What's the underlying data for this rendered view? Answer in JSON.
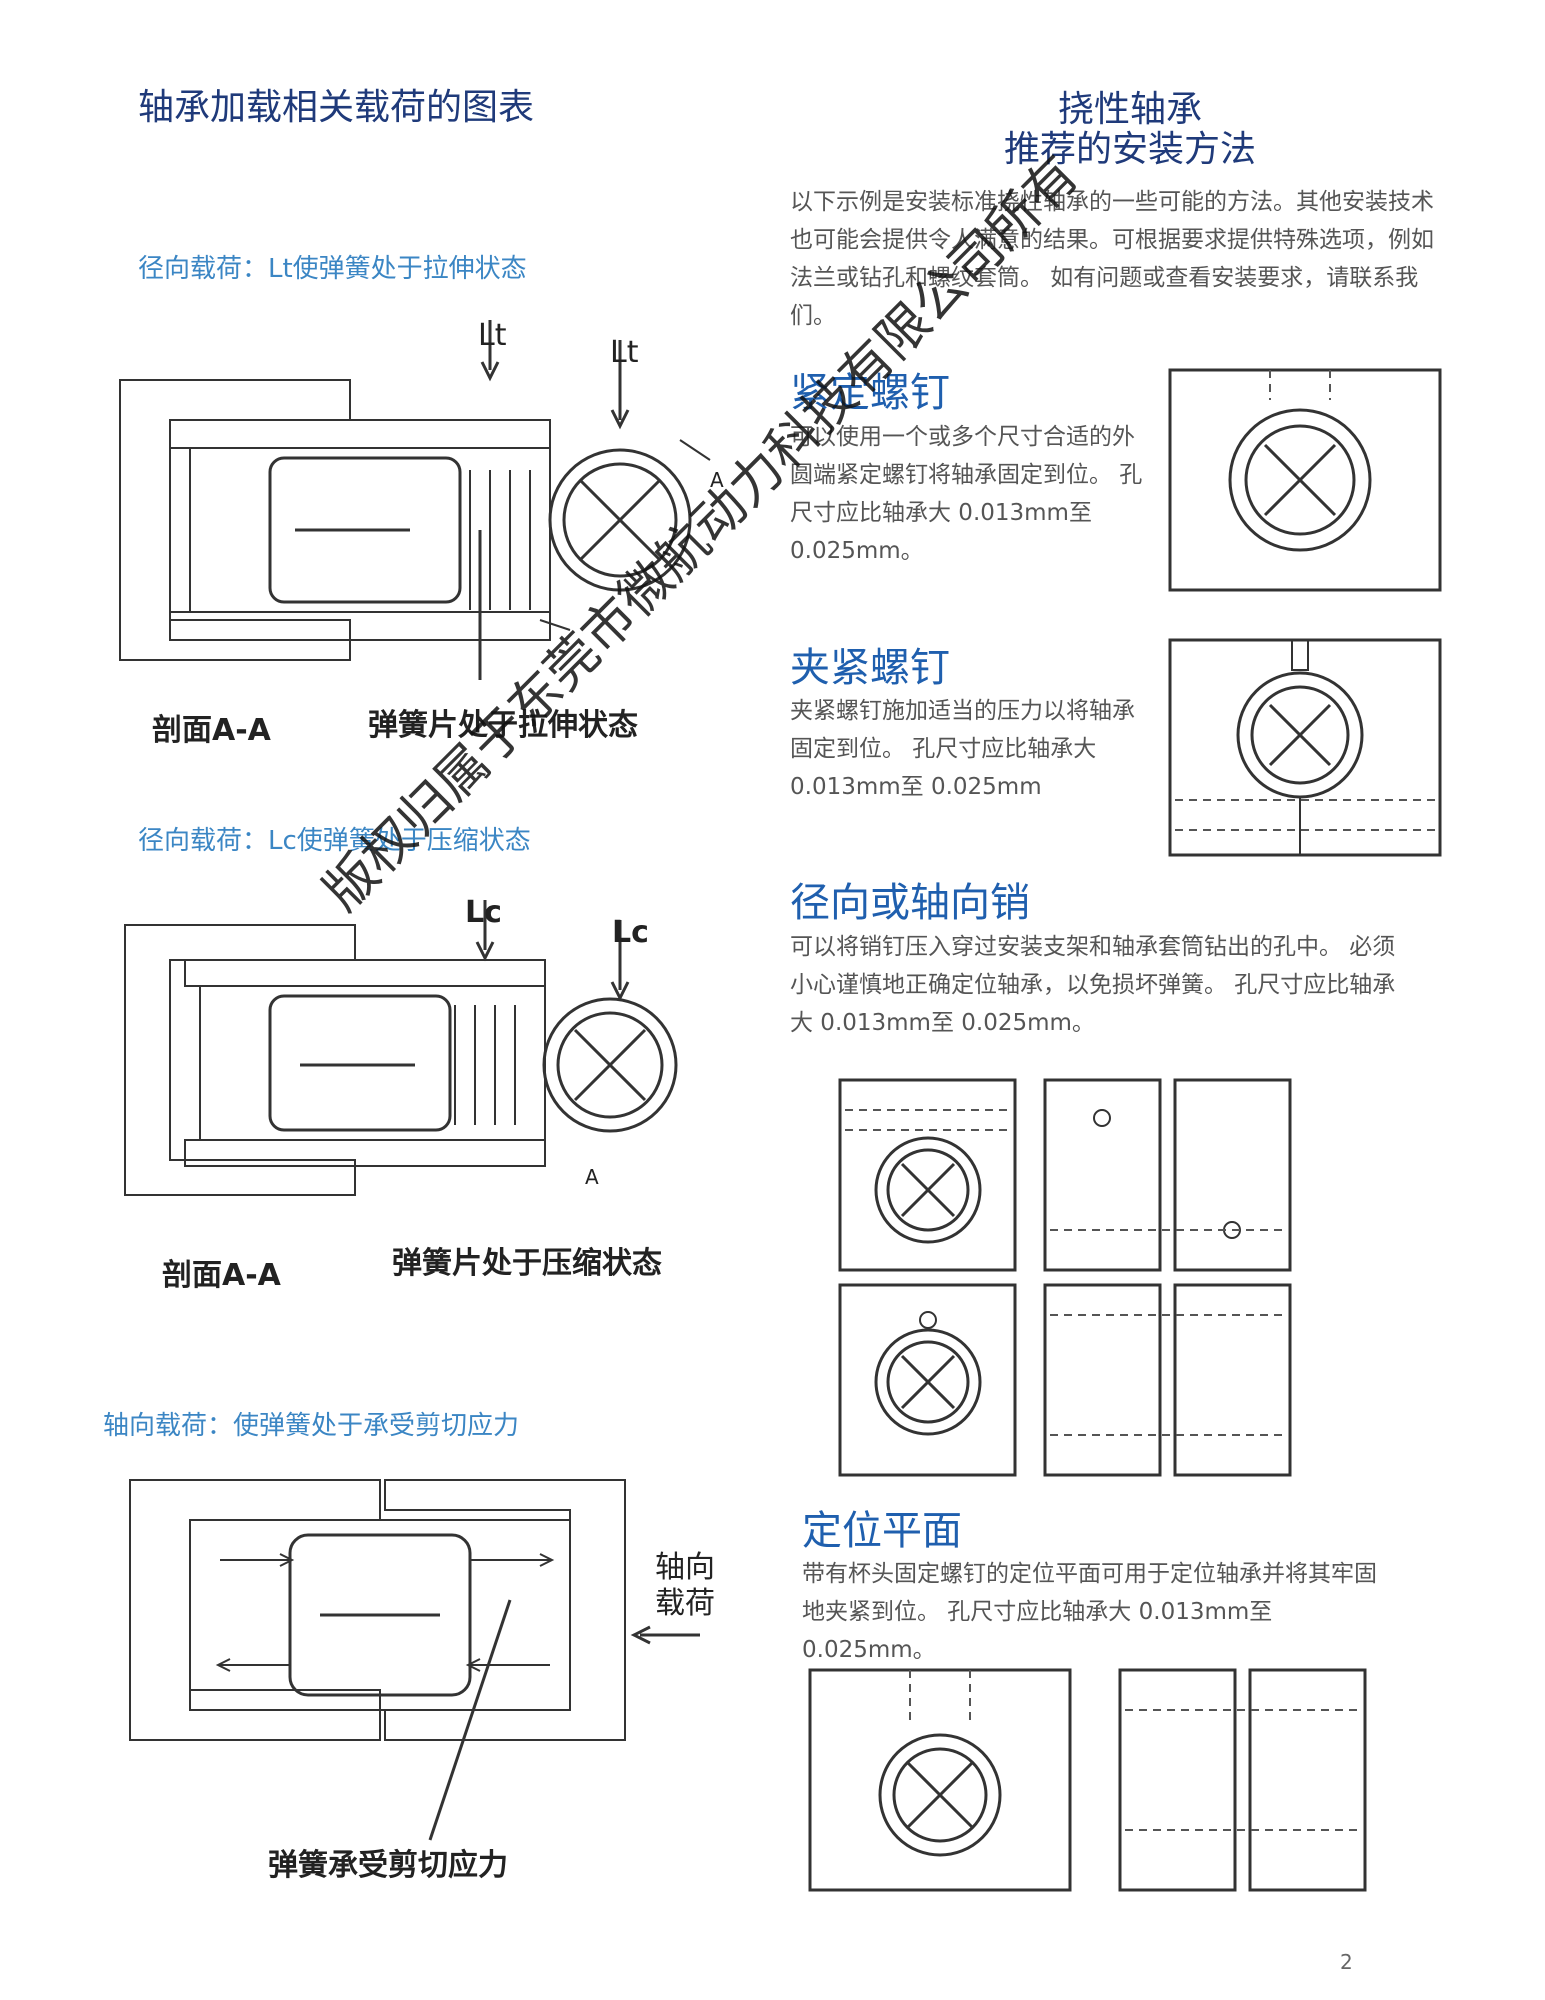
{
  "left": {
    "title": "轴承加载相关载荷的图表",
    "sec1": {
      "caption": "径向载荷：Lt使弹簧处于拉伸状态",
      "load_label_1": "Lt",
      "load_label_2": "Lt",
      "section_marker": "A",
      "section_label": "剖面A-A",
      "note": "弹簧片处于拉伸状态"
    },
    "sec2": {
      "caption": "径向载荷：Lc使弹簧处于压缩状态",
      "load_label_1": "Lc",
      "load_label_2": "Lc",
      "section_marker": "A",
      "section_label": "剖面A-A",
      "note": "弹簧片处于压缩状态"
    },
    "sec3": {
      "caption": "轴向载荷：使弹簧处于承受剪切应力",
      "axial_label_1": "轴向",
      "axial_label_2": "载荷",
      "note": "弹簧承受剪切应力"
    }
  },
  "right": {
    "title_1": "挠性轴承",
    "title_2": "推荐的安装方法",
    "intro": "以下示例是安装标准挠性轴承的一些可能的方法。其他安装技术也可能会提供令人满意的结果。可根据要求提供特殊选项，例如法兰或钻孔和螺纹套筒。 如有问题或查看安装要求，请联系我们。",
    "setscrew": {
      "title": "紧定螺钉",
      "text": "可以使用一个或多个尺寸合适的外圆端紧定螺钉将轴承固定到位。 孔尺寸应比轴承大 0.013mm至 0.025mm。"
    },
    "clamp": {
      "title": "夹紧螺钉",
      "text": "夹紧螺钉施加适当的压力以将轴承固定到位。 孔尺寸应比轴承大 0.013mm至 0.025mm"
    },
    "pin": {
      "title": "径向或轴向销",
      "text": "可以将销钉压入穿过安装支架和轴承套筒钻出的孔中。 必须小心谨慎地正确定位轴承，以免损坏弹簧。 孔尺寸应比轴承大 0.013mm至 0.025mm。"
    },
    "flat": {
      "title": "定位平面",
      "text": "带有杯头固定螺钉的定位平面可用于定位轴承并将其牢固地夹紧到位。 孔尺寸应比轴承大 0.013mm至0.025mm。"
    }
  },
  "watermark": "版权归属于东莞市微航动力科技有限公司所有",
  "page_number": "2"
}
